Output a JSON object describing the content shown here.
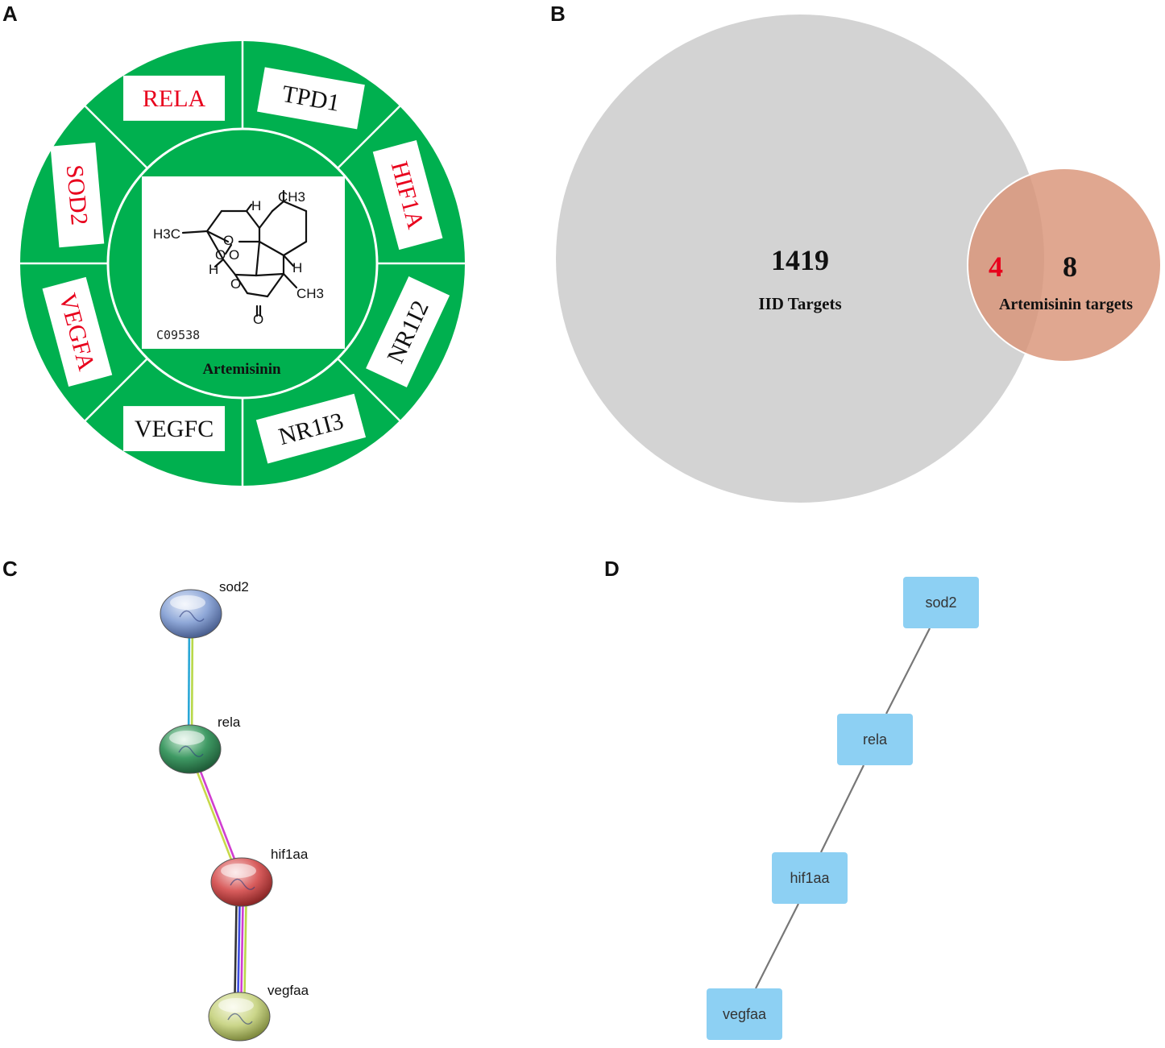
{
  "panels": {
    "a": {
      "letter": "A"
    },
    "b": {
      "letter": "B"
    },
    "c": {
      "letter": "C"
    },
    "d": {
      "letter": "D"
    }
  },
  "wheel": {
    "center_label": "Artemisinin",
    "compound_id": "C09538",
    "ring_color": "#00b04f",
    "highlight_color": "#e8001c",
    "targets": [
      {
        "label": "TPD1",
        "highlight": false
      },
      {
        "label": "HIF1A",
        "highlight": true
      },
      {
        "label": "NR1I2",
        "highlight": false
      },
      {
        "label": "NR1I3",
        "highlight": false
      },
      {
        "label": "VEGFC",
        "highlight": false
      },
      {
        "label": "VEGFA",
        "highlight": true
      },
      {
        "label": "SOD2",
        "highlight": true
      },
      {
        "label": "RELA",
        "highlight": true
      }
    ],
    "structure": {
      "ch3_top": "CH3",
      "h3c_left": "H3C",
      "ch3_right": "CH3",
      "h_labels": [
        "H",
        "H",
        "H"
      ],
      "o_labels": [
        "O",
        "O",
        "O",
        "O",
        "O"
      ]
    }
  },
  "venn": {
    "left": {
      "count": "1419",
      "label": "IID Targets",
      "color": "#d3d3d3"
    },
    "overlap": {
      "count": "4",
      "color": "#e8001c"
    },
    "right": {
      "count": "8",
      "label": "Artemisinin targets",
      "color": "#d99478"
    }
  },
  "string_network": {
    "nodes": [
      {
        "id": "sod2",
        "color": "#8fa8d8"
      },
      {
        "id": "rela",
        "color": "#3f9a64"
      },
      {
        "id": "hif1aa",
        "color": "#d85c5c"
      },
      {
        "id": "vegfaa",
        "color": "#cbd68a"
      }
    ],
    "edges": [
      {
        "from": "sod2",
        "to": "rela",
        "colors": [
          "#b8d84a",
          "#2aa7d6"
        ]
      },
      {
        "from": "rela",
        "to": "hif1aa",
        "colors": [
          "#d03fd0",
          "#c8d84a"
        ]
      },
      {
        "from": "hif1aa",
        "to": "vegfaa",
        "colors": [
          "#b8d84a",
          "#d03fd0",
          "#3d4de0",
          "#333333"
        ]
      }
    ]
  },
  "cytoscape_network": {
    "node_color": "#8dd0f3",
    "edge_color": "#777777",
    "nodes": [
      "sod2",
      "rela",
      "hif1aa",
      "vegfaa"
    ],
    "edges": [
      [
        "sod2",
        "rela"
      ],
      [
        "rela",
        "hif1aa"
      ],
      [
        "hif1aa",
        "vegfaa"
      ]
    ]
  }
}
